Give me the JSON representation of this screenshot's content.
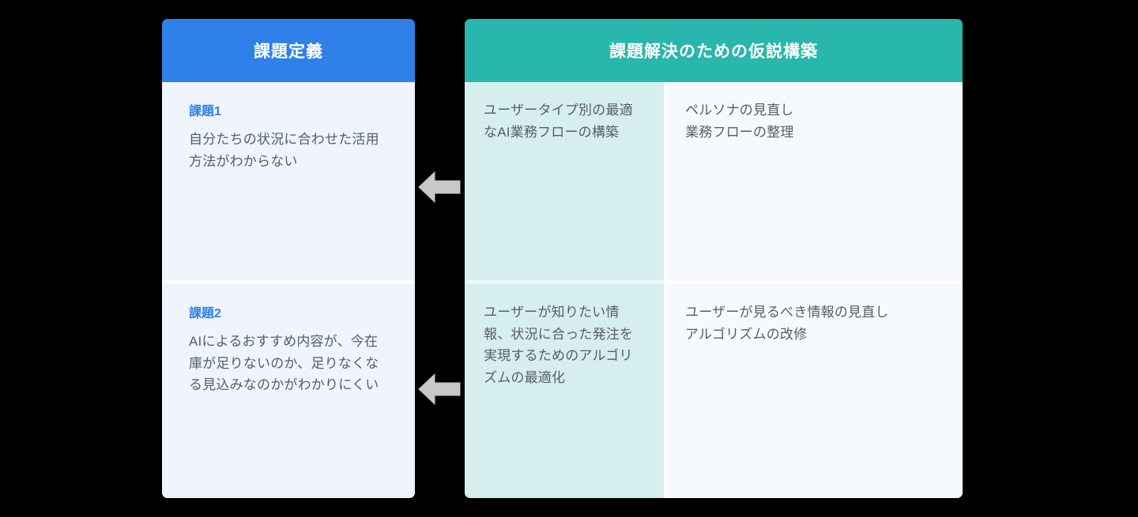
{
  "diagram": {
    "background_color": "#000000",
    "accent_blue": "#2f80e8",
    "accent_teal": "#29b6ac",
    "teal_cell_bg": "#d7eeee",
    "blue_cell_bg": "#eff4fd",
    "white_cell_bg": "#f7fafd",
    "arrow_color": "#c6c6c6",
    "arrow_direction": "left"
  },
  "left_panel": {
    "header": "課題定義",
    "rows": [
      {
        "label": "課題1",
        "text": "自分たちの状況に合わせた活用方法がわからない"
      },
      {
        "label": "課題2",
        "text": "AIによるおすすめ内容が、今在庫が足りないのか、足りなくなる見込みなのかがわかりにくい"
      }
    ]
  },
  "right_panel": {
    "header": "課題解決のための仮説構築",
    "rows": [
      {
        "hypothesis": "ユーザータイプ別の最適なAI業務フローの構築",
        "actions": "ペルソナの見直し\n業務フローの整理"
      },
      {
        "hypothesis": "ユーザーが知りたい情報、状況に合った発注を実現するためのアルゴリズムの最適化",
        "actions": "ユーザーが見るべき情報の見直し\nアルゴリズムの改修"
      }
    ]
  },
  "arrows": [
    {
      "name": "arrow-row-1",
      "direction": "left"
    },
    {
      "name": "arrow-row-2",
      "direction": "left"
    }
  ]
}
